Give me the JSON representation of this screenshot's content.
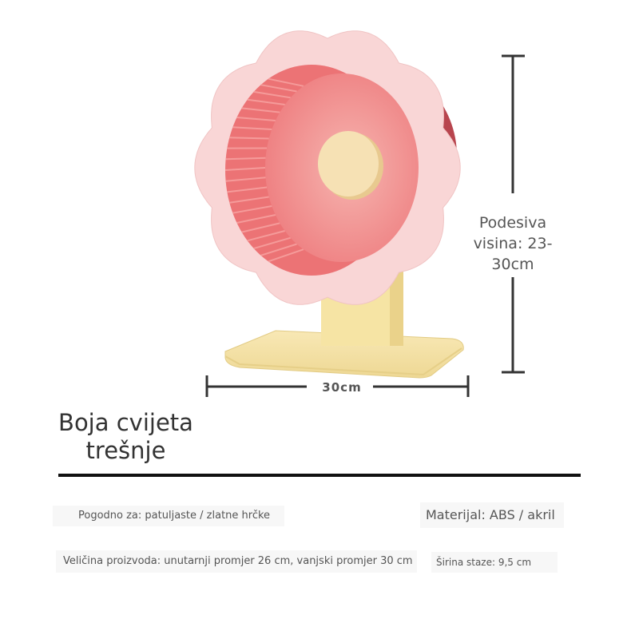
{
  "dimensions": {
    "height_label": "Podesiva visina: 23-30cm",
    "width_label": "30cm"
  },
  "product": {
    "color_name": "Boja cvijeta trešnje",
    "colors": {
      "petal": "#f9d6d6",
      "inner_wheel": "#f07c7e",
      "back_rim": "#b8454e",
      "center_hub": "#f6e1b4",
      "stand": "#f5e3a8"
    }
  },
  "specs": {
    "fit": "Pogodno za: patuljaste / zlatne hrčke",
    "material": "Materijal: ABS / akril",
    "size": "Veličina proizvoda: unutarnji promjer 26 cm, vanjski promjer 30 cm",
    "track_width": "Širina staze: 9,5 cm"
  }
}
